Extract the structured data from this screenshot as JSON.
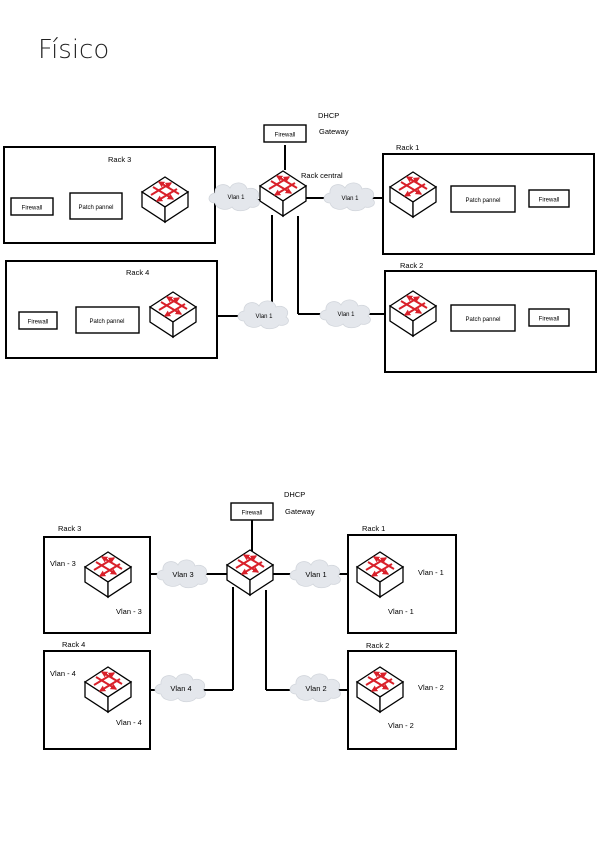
{
  "title": "Físico",
  "top": {
    "dhcp": "DHCP",
    "gateway": "Gateway",
    "firewall_central": "Firewall",
    "rack_central": "Rack central",
    "rack3": {
      "label": "Rack 3",
      "firewall": "Firewall",
      "patch": "Patch pannel",
      "vlan": "Vlan 1"
    },
    "rack4": {
      "label": "Rack 4",
      "firewall": "Firewall",
      "patch": "Patch pannel",
      "vlan": "Vlan 1"
    },
    "rack1": {
      "label": "Rack 1",
      "firewall": "Firewall",
      "patch": "Patch pannel",
      "vlan": "Vlan 1"
    },
    "rack2": {
      "label": "Rack 2",
      "firewall": "Firewall",
      "patch": "Patch pannel",
      "vlan": "Vlan 1"
    }
  },
  "bottom": {
    "dhcp": "DHCP",
    "gateway": "Gateway",
    "firewall_central": "Firewall",
    "rack3": {
      "label": "Rack 3",
      "vlan_left": "Vlan - 3",
      "vlan_below": "Vlan - 3",
      "cloud": "Vlan 3"
    },
    "rack4": {
      "label": "Rack 4",
      "vlan_left": "Vlan - 4",
      "vlan_below": "Vlan - 4",
      "cloud": "Vlan 4"
    },
    "rack1": {
      "label": "Rack 1",
      "vlan_right": "Vlan - 1",
      "vlan_below": "Vlan - 1",
      "cloud": "Vlan 1"
    },
    "rack2": {
      "label": "Rack 2",
      "vlan_right": "Vlan - 2",
      "vlan_below": "Vlan - 2",
      "cloud": "Vlan 2"
    }
  },
  "colors": {
    "switch_arrow": "#d9202a",
    "cloud": "#e4e7ec"
  },
  "icons": {
    "switch": "network-switch-icon",
    "cloud": "cloud-icon"
  }
}
